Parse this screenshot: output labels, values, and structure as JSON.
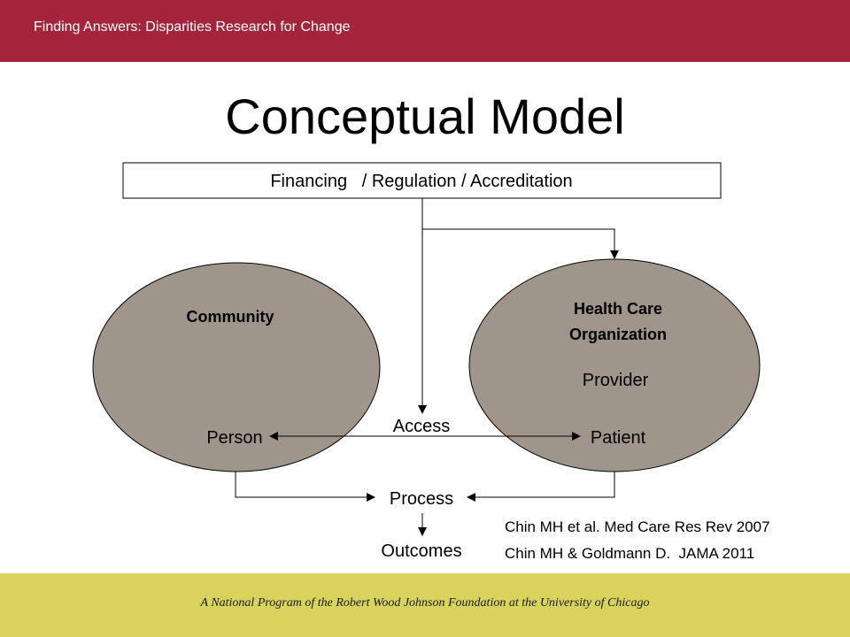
{
  "header": {
    "text": "Finding Answers: Disparities Research for Change"
  },
  "title": "Conceptual Model",
  "diagram": {
    "top_box": "Financing   / Regulation / Accreditation",
    "community": {
      "label": "Community",
      "person": "Person"
    },
    "organization": {
      "label_line1": "Health Care",
      "label_line2": "Organization",
      "provider": "Provider",
      "patient": "Patient"
    },
    "access": "Access",
    "process": "Process",
    "outcomes": "Outcomes"
  },
  "citations": [
    "Chin MH et al. Med Care Res Rev 2007",
    "Chin MH & Goldmann D.  JAMA 2011"
  ],
  "footer": {
    "text": "A National Program of  the Robert Wood Johnson Foundation at the University of  Chicago"
  },
  "colors": {
    "header_bar": "#a3243b",
    "footer_bar": "#d9d35e",
    "ellipse_fill": "#a0958b"
  }
}
